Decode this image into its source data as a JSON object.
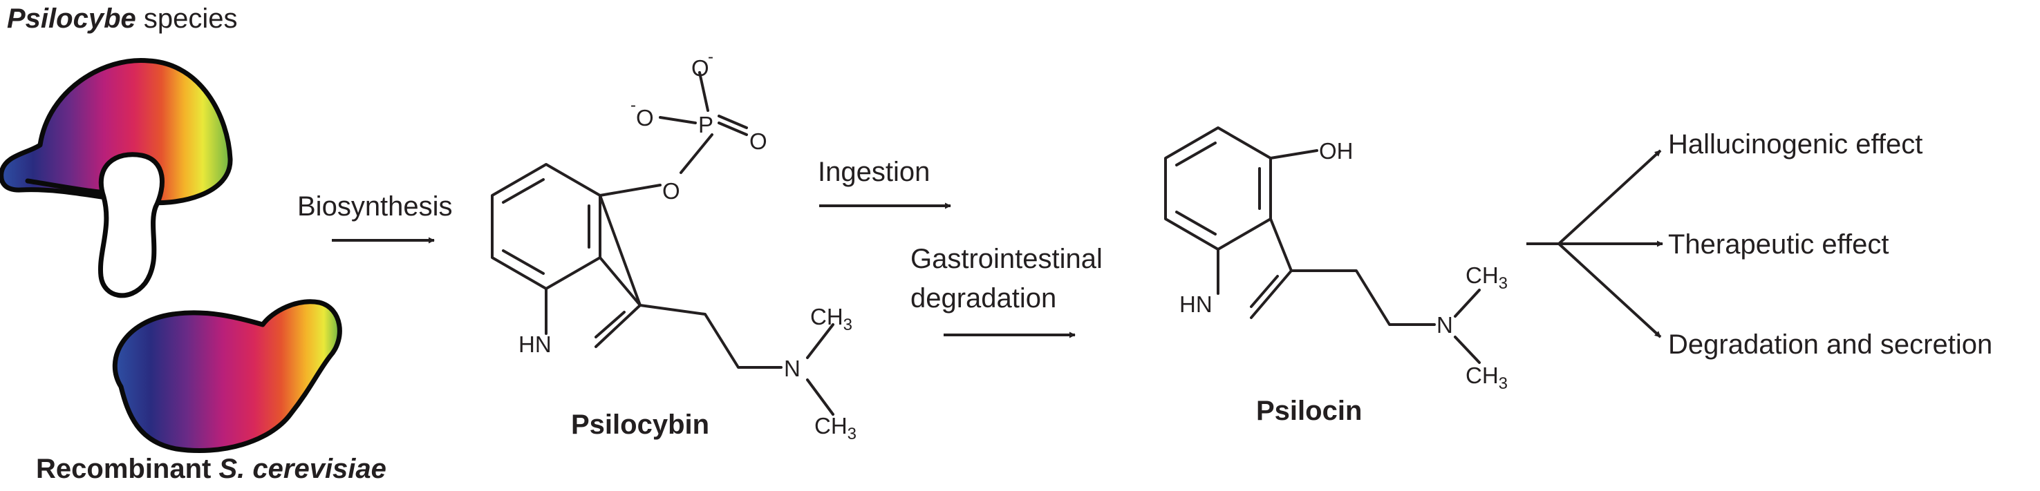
{
  "labels": {
    "psilocybe_genus": "Psilocybe",
    "psilocybe_suffix": " species",
    "recombinant_prefix": "Recombinant ",
    "recombinant_species": "S. cerevisiae",
    "biosynthesis": "Biosynthesis",
    "ingestion": "Ingestion",
    "gastrointestinal": "Gastrointestinal",
    "degradation": "degradation",
    "psilocybin": "Psilocybin",
    "psilocin": "Psilocin",
    "effect_1": "Hallucinogenic effect",
    "effect_2": "Therapeutic effect",
    "effect_3": "Degradation and secretion"
  },
  "atoms": {
    "o_minus": "O",
    "p": "P",
    "o": "O",
    "oh": "OH",
    "hn": "HN",
    "n": "N",
    "ch": "CH",
    "three": "3",
    "minus": "-"
  },
  "colors": {
    "spectrum": [
      "#2e4fa3",
      "#2a2c80",
      "#6a2a86",
      "#b8207a",
      "#d8285a",
      "#e5542e",
      "#f4b329",
      "#e9e83a",
      "#6fb344"
    ]
  }
}
